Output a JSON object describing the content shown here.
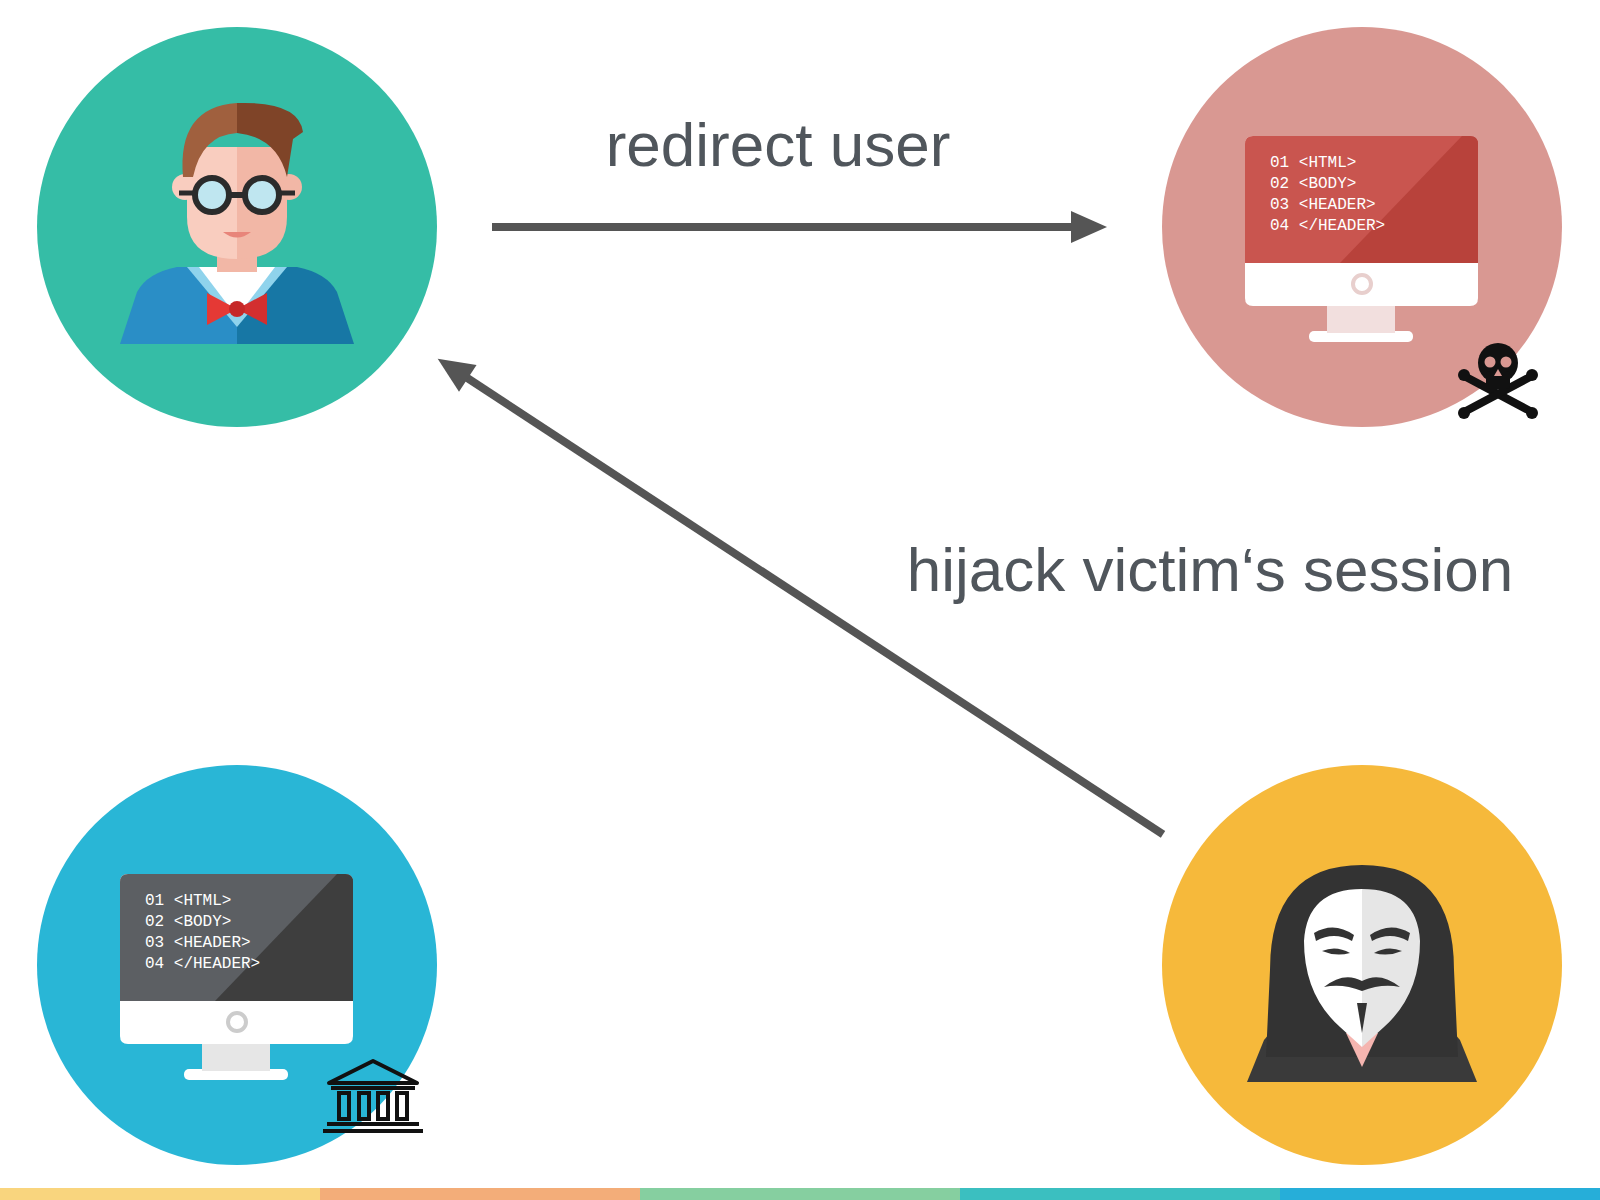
{
  "diagram": {
    "nodes": [
      {
        "text": []
      },
      {
        "text": [
          "01 <HTML>",
          "02 <BODY>",
          "03 <HEADER>",
          "04 </HEADER>"
        ]
      },
      {
        "text": [
          "01 <HTML>",
          "02 <BODY>",
          "03 <HEADER>",
          "04 </HEADER>"
        ]
      },
      {
        "text": []
      }
    ],
    "edges": [
      {
        "from": 0,
        "to": 1,
        "arrow": "to",
        "label": "redirect user"
      },
      {
        "from": 3,
        "to": 0,
        "arrow": "to",
        "label": "hijack victim‘s session"
      }
    ]
  }
}
